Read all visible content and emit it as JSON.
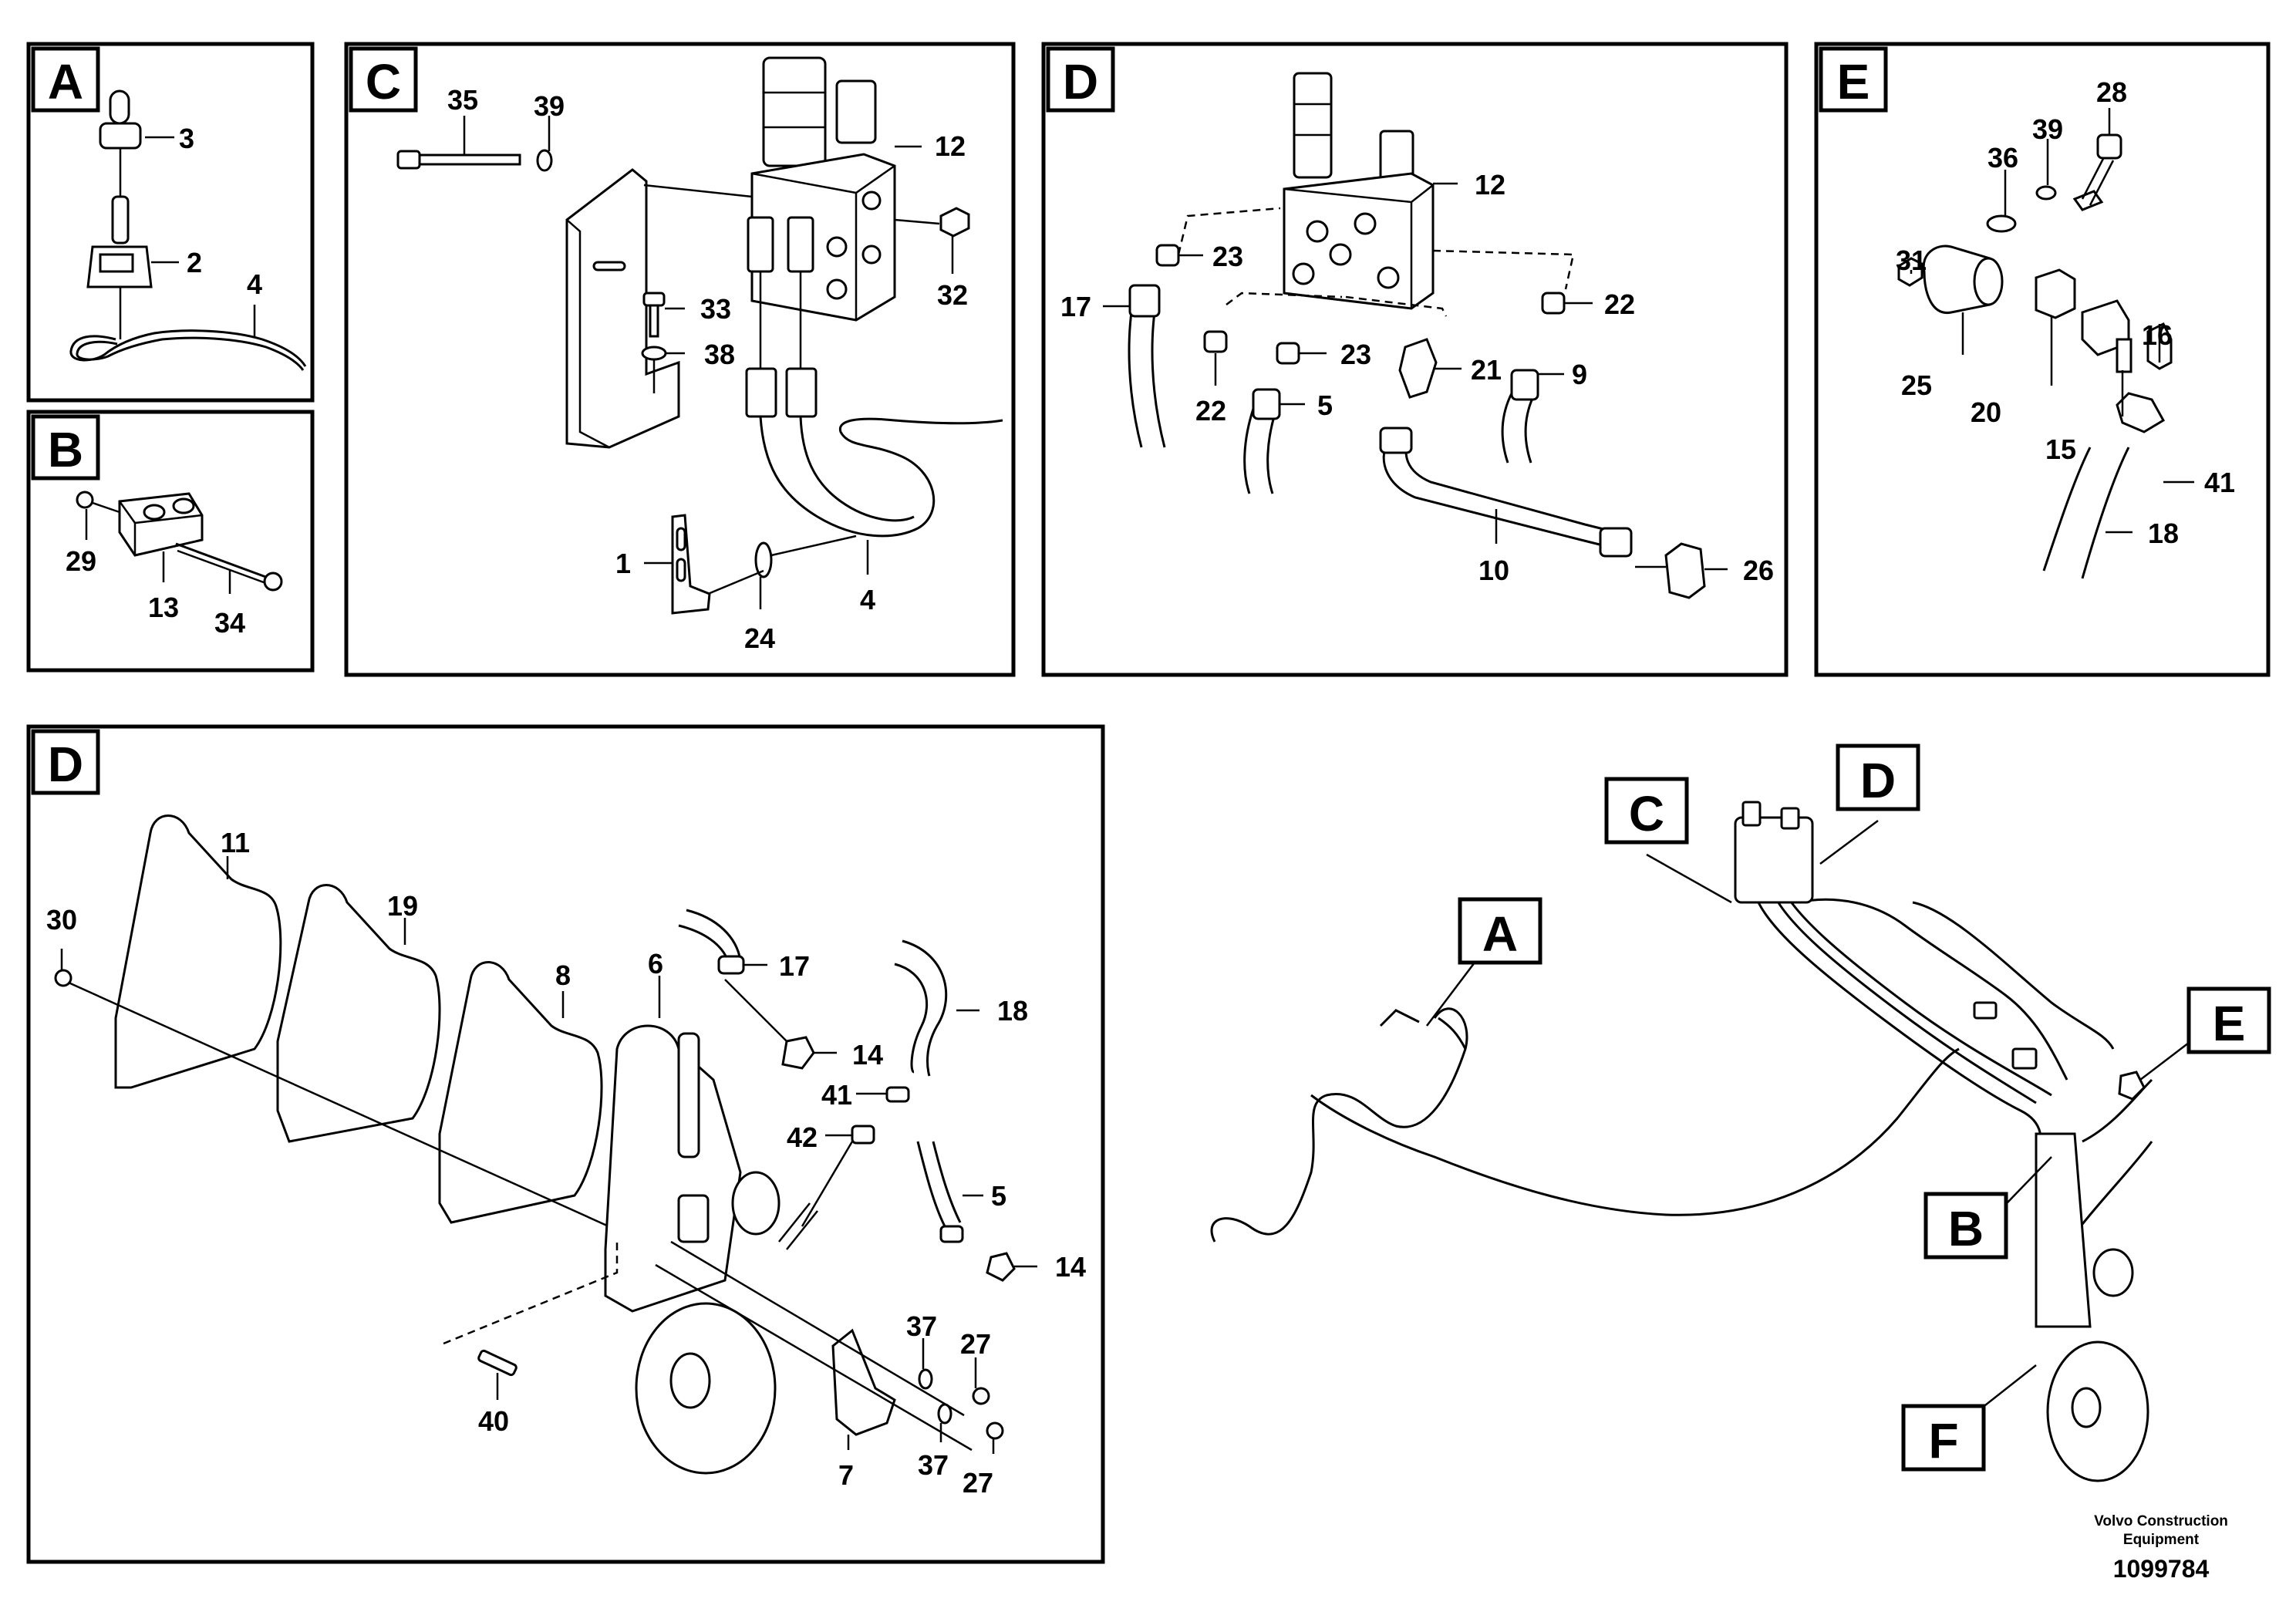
{
  "panels": {
    "a": {
      "tag": "A",
      "callouts": [
        "3",
        "2",
        "4"
      ]
    },
    "b": {
      "tag": "B",
      "callouts": [
        "29",
        "13",
        "34"
      ]
    },
    "c": {
      "tag": "C",
      "callouts": [
        "35",
        "39",
        "12",
        "32",
        "33",
        "38",
        "1",
        "24",
        "4"
      ]
    },
    "d_top": {
      "tag": "D",
      "callouts": [
        "12",
        "23",
        "17",
        "22",
        "23",
        "5",
        "21",
        "9",
        "22",
        "10",
        "26"
      ]
    },
    "e": {
      "tag": "E",
      "callouts": [
        "28",
        "39",
        "36",
        "31",
        "25",
        "20",
        "15",
        "16",
        "41",
        "18"
      ]
    },
    "d_bottom": {
      "tag": "D",
      "callouts": [
        "11",
        "19",
        "8",
        "6",
        "30",
        "17",
        "18",
        "14",
        "41",
        "42",
        "5",
        "14",
        "37",
        "27",
        "40",
        "7",
        "37",
        "27"
      ]
    }
  },
  "overview": {
    "tags": [
      "A",
      "B",
      "C",
      "D",
      "E",
      "F"
    ]
  },
  "footer": {
    "company": "Volvo Construction",
    "company_line2": "Equipment",
    "drawing_number": "1099784"
  }
}
